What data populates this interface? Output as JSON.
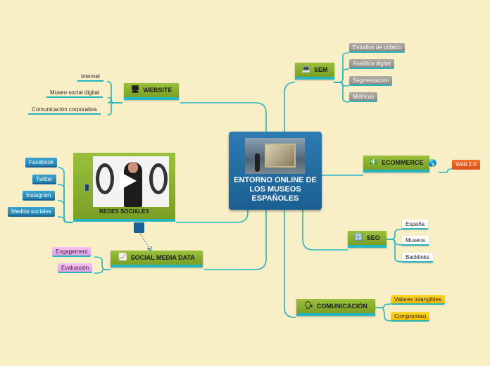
{
  "central": {
    "title": "ENTORNO ONLINE DE LOS MUSEOS ESPAÑOLES"
  },
  "topics": {
    "website": {
      "label": "WEBSITE",
      "icon": "computer-icon",
      "items": [
        "Internet",
        "Museo social digital",
        "Comunicación corporativa"
      ]
    },
    "sem": {
      "label": "SEM",
      "icon": "laptop-icon",
      "items": [
        "Estudios de público",
        "Analítica digital",
        "Segmentación",
        "Métricas"
      ]
    },
    "ecommerce": {
      "label": "ECOMMERCE",
      "icon": "cash-icon",
      "items": [
        "Web 2.0"
      ]
    },
    "seo": {
      "label": "SEO",
      "icon": "abcd-icon",
      "items": [
        "España",
        "Museos",
        "Backlinks"
      ]
    },
    "comunicacion": {
      "label": "COMUNICACIÓN",
      "icon": "speaking-head-icon",
      "items": [
        "Valores intangibles",
        "Compromiso"
      ]
    },
    "redes": {
      "label": "REDES SOCIALES",
      "icon": "mobile-phone-icon",
      "items": [
        "Facebook",
        "Twitter",
        "Instagram",
        "Medios sociales"
      ]
    },
    "smdata": {
      "label": "SOCIAL MEDIA DATA",
      "icon": "chart-increasing-icon",
      "items": [
        "Engagement",
        "Evaluación"
      ]
    }
  },
  "colors": {
    "background": "#f9efc6",
    "connector": "#25b5c0",
    "topic_green": "#8cb12f",
    "central_blue": "#1b5f92"
  }
}
